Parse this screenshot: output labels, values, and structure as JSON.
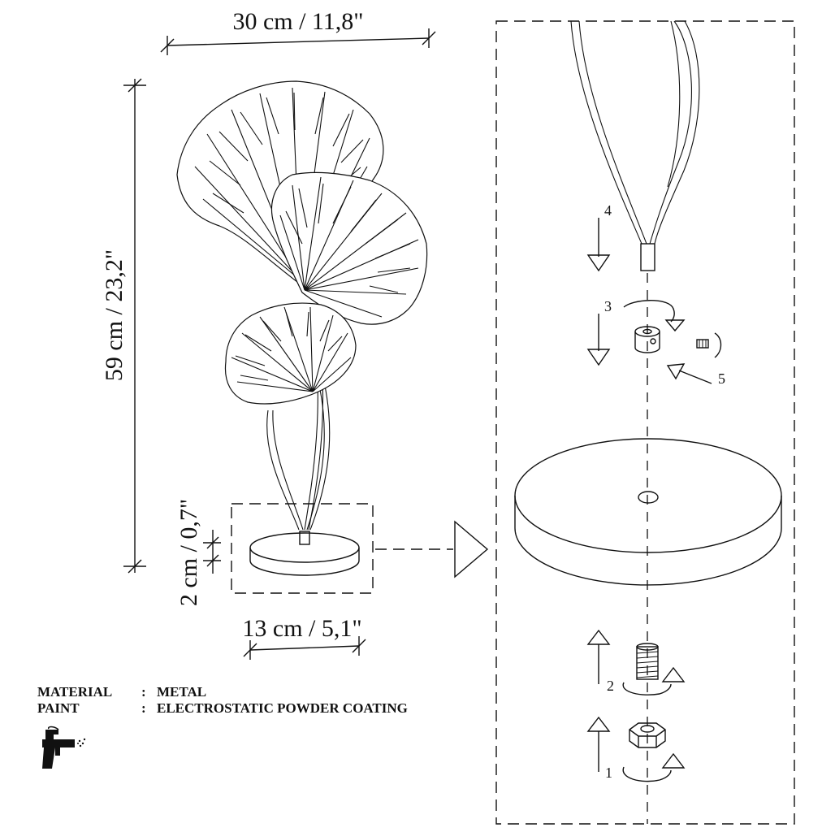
{
  "dimensions": {
    "width": "30 cm / 11,8\"",
    "height": "59 cm / 23,2\"",
    "base_height": "2 cm / 0,7\"",
    "base_diameter": "13 cm / 5,1\""
  },
  "assembly_steps": [
    "1",
    "2",
    "3",
    "4",
    "5"
  ],
  "specs": {
    "material_label": "MATERIAL",
    "material_value": "METAL",
    "paint_label": "PAINT",
    "paint_value": "ELECTROSTATIC POWDER COATING",
    "separator": ":"
  },
  "icons": [
    "spray-gun-icon"
  ]
}
